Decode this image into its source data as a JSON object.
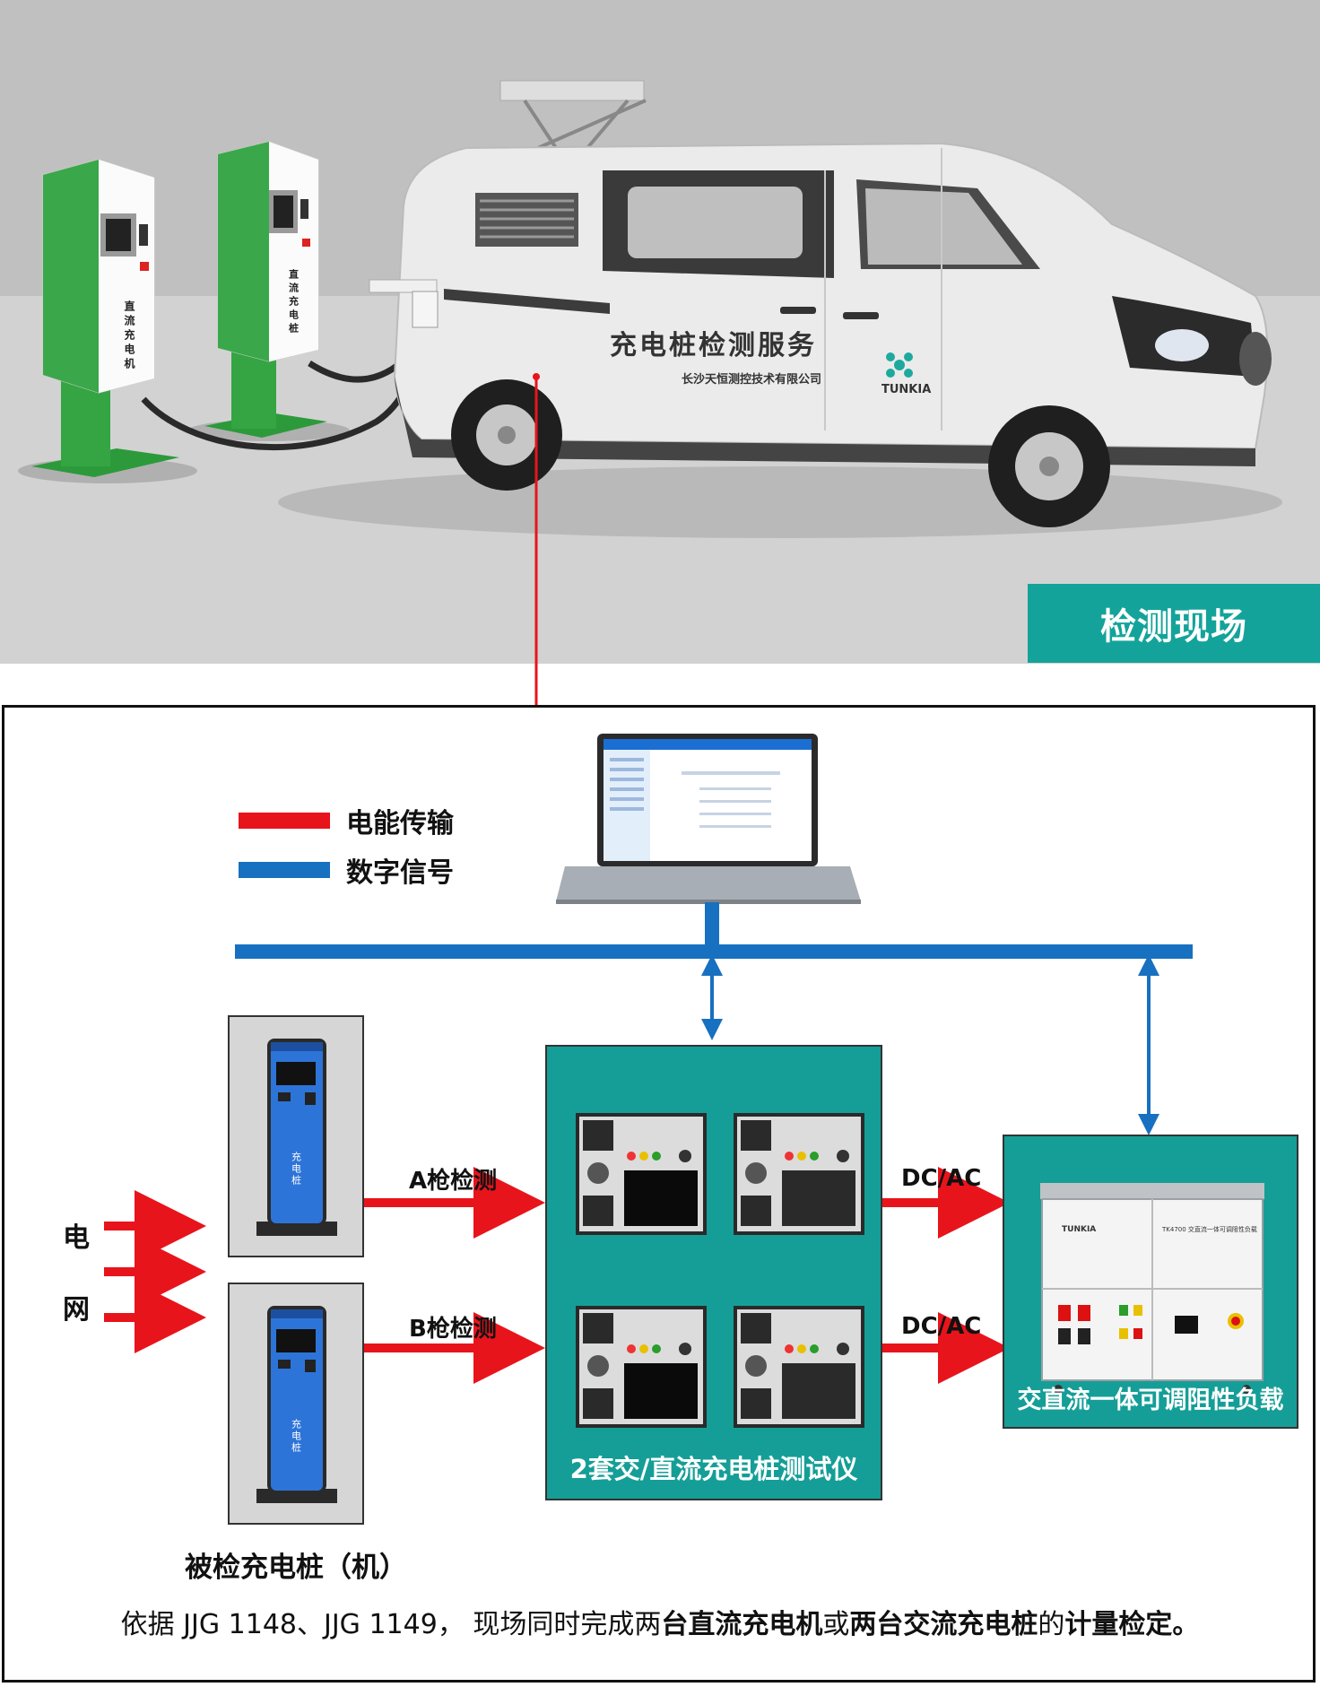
{
  "photo": {
    "site_label": "检测现场",
    "van_slogan": "充电桩检测服务",
    "van_company": "长沙天恒测控技术有限公司",
    "brand": "TUNKIA",
    "pile_text": "直流充电机"
  },
  "legend": {
    "power": {
      "label": "电能传输",
      "color": "#e8141b"
    },
    "signal": {
      "label": "数字信号",
      "color": "#1870c0"
    }
  },
  "grid": {
    "char1": "电",
    "char2": "网"
  },
  "chargers": {
    "gun_a": "A枪检测",
    "gun_b": "B枪检测",
    "caption": "被检充电桩（机）",
    "screen_text": "充电桩"
  },
  "tester": {
    "label": "2套交/直流充电桩测试仪",
    "color": "#159e97"
  },
  "load": {
    "label": "交直流一体可调阻性负载",
    "output_a": "DC/AC",
    "output_b": "DC/AC",
    "brand": "TUNKIA",
    "model_text": "TK4700 交直流一体可调阻性负载"
  },
  "caption": {
    "part1": "依据 JJG 1148、JJG 1149， 现场同时完成两",
    "part2": "台直流充电机",
    "part3": "或",
    "part4": "两台交流充电桩",
    "part5": "的",
    "part6": "计量检定。"
  }
}
